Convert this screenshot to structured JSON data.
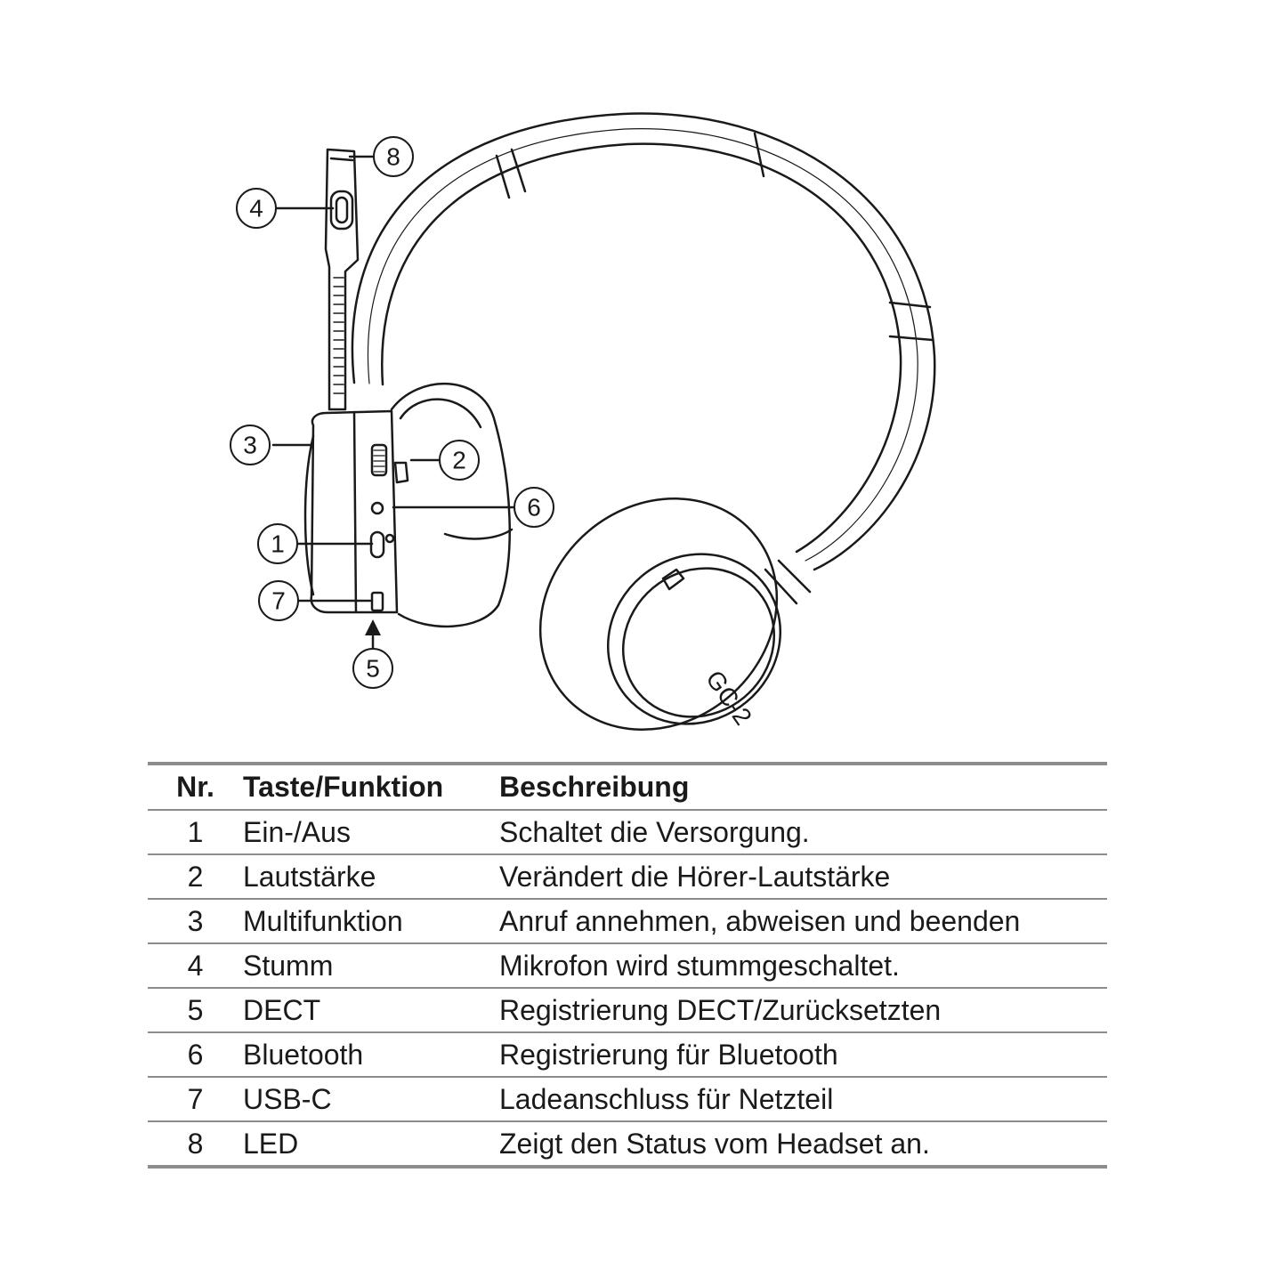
{
  "diagram": {
    "model_label": "GC-2",
    "callouts": [
      "1",
      "2",
      "3",
      "4",
      "5",
      "6",
      "7",
      "8"
    ]
  },
  "table": {
    "headers": [
      "Nr.",
      "Taste/Funktion",
      "Beschreibung"
    ],
    "rows": [
      {
        "nr": "1",
        "key": "Ein-/Aus",
        "desc": "Schaltet die Versorgung."
      },
      {
        "nr": "2",
        "key": "Lautstärke",
        "desc": "Verändert die Hörer-Lautstärke"
      },
      {
        "nr": "3",
        "key": "Multifunktion",
        "desc": "Anruf annehmen, abweisen und beenden"
      },
      {
        "nr": "4",
        "key": "Stumm",
        "desc": "Mikrofon wird stummgeschaltet."
      },
      {
        "nr": "5",
        "key": "DECT",
        "desc": "Registrierung DECT/Zurücksetzten"
      },
      {
        "nr": "6",
        "key": "Bluetooth",
        "desc": "Registrierung für Bluetooth"
      },
      {
        "nr": "7",
        "key": "USB-C",
        "desc": "Ladeanschluss für Netzteil"
      },
      {
        "nr": "8",
        "key": "LED",
        "desc": "Zeigt den Status vom Headset an."
      }
    ]
  }
}
